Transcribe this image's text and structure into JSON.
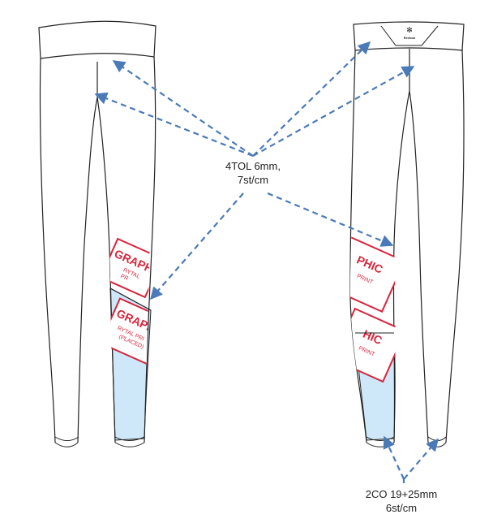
{
  "annotations": {
    "stitch_line1": "4TOL 6mm,",
    "stitch_line2": "7st/cm",
    "cover_line1": "2CO 19+25mm",
    "cover_line2": "6st/cm"
  },
  "front": {
    "print_main": "GRAPHIC",
    "print_sub1": "RYTAL PRI",
    "print_sub2": "(PLACED)",
    "print_small1": "RYTAL",
    "print_small2": "PR"
  },
  "back": {
    "logo": "Reebok",
    "print_main": "PHIC",
    "print_main2": "HIC",
    "print_sub": "PRINT"
  },
  "colors": {
    "outline": "#222222",
    "arrow": "#4a7ab8",
    "print": "#d8243c",
    "panel": "#cfe8f9"
  }
}
